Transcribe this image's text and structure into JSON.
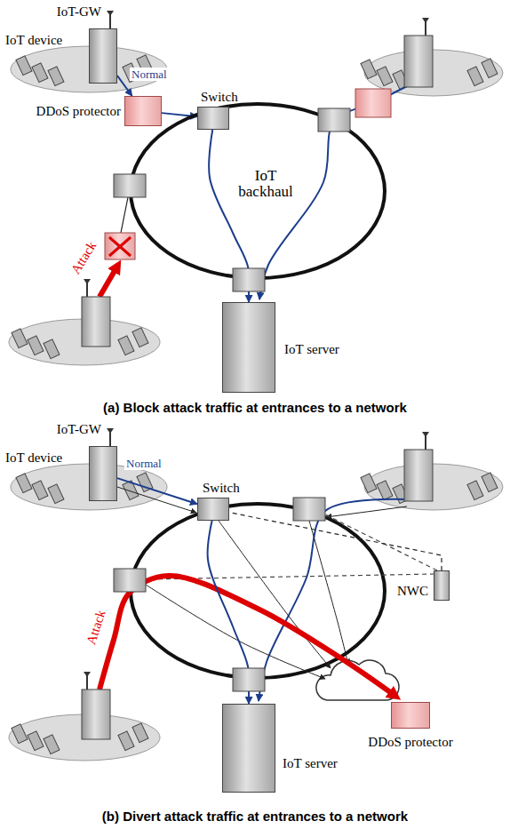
{
  "diagram": {
    "nodes": [
      {
        "text": [
          "IoT-GW"
        ]
      },
      {
        "text": [
          "DDoS protector"
        ]
      },
      {
        "text": [
          "IoT backhaul"
        ]
      },
      {
        "text": [
          "Switch"
        ]
      },
      {
        "text": [
          "IoT server"
        ]
      },
      {
        "text": [
          "IoT-GW"
        ]
      },
      {
        "text": [
          "Switch"
        ]
      },
      {
        "text": [
          "NWC"
        ]
      },
      {
        "text": [
          "DDoS protector"
        ]
      },
      {
        "text": [
          "IoT server"
        ]
      }
    ],
    "edges": [
      {
        "from": 0,
        "to": 1,
        "arrow": "to",
        "label": "Normal"
      },
      {
        "from": 1,
        "to": 3,
        "arrow": "to"
      },
      {
        "from": 3,
        "to": 4,
        "arrow": "to"
      },
      {
        "from": 5,
        "to": 6,
        "arrow": "to",
        "label": "Normal"
      },
      {
        "from": 6,
        "to": 9,
        "arrow": "to"
      },
      {
        "from": 7,
        "to": 6,
        "arrow": "none"
      }
    ],
    "labels": [
      "IoT device",
      "Attack",
      "(a) Block attack traffic at entrances to a network",
      "IoT device",
      "Attack",
      "(b) Divert attack traffic at entrances to a network"
    ]
  }
}
